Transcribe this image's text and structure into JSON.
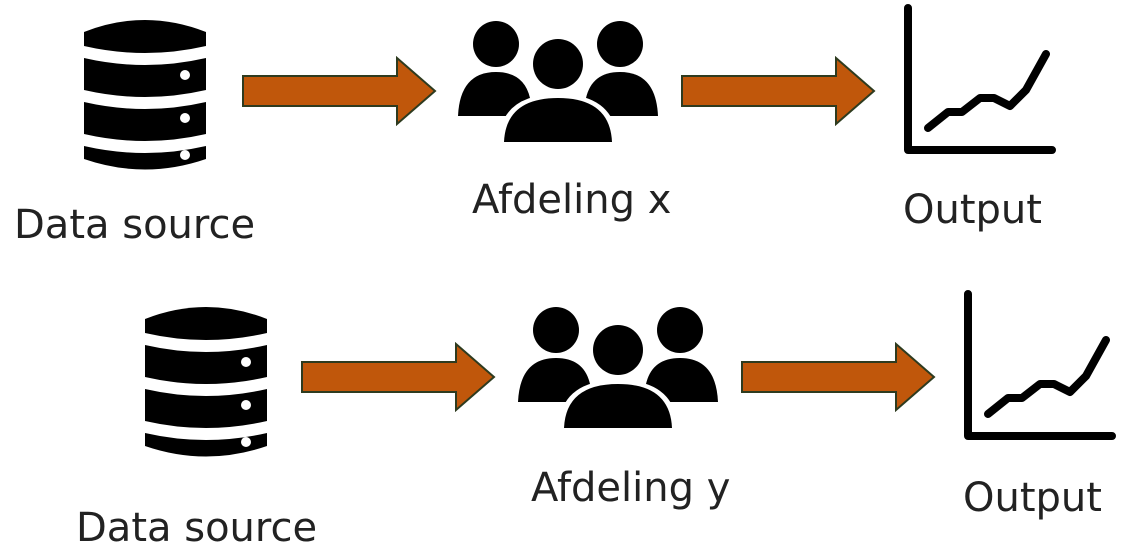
{
  "diagram": {
    "arrow_color": "#C0570B",
    "arrow_stroke": "#2E3B1F",
    "icon_color": "#000000",
    "rows": [
      {
        "source_label": "Data source",
        "source_icon": "database-icon",
        "department_label": "Afdeling x",
        "department_icon": "people-group-icon",
        "output_label": "Output",
        "output_icon": "line-chart-icon"
      },
      {
        "source_label": "Data source",
        "source_icon": "database-icon",
        "department_label": "Afdeling y",
        "department_icon": "people-group-icon",
        "output_label": "Output",
        "output_icon": "line-chart-icon"
      }
    ]
  }
}
